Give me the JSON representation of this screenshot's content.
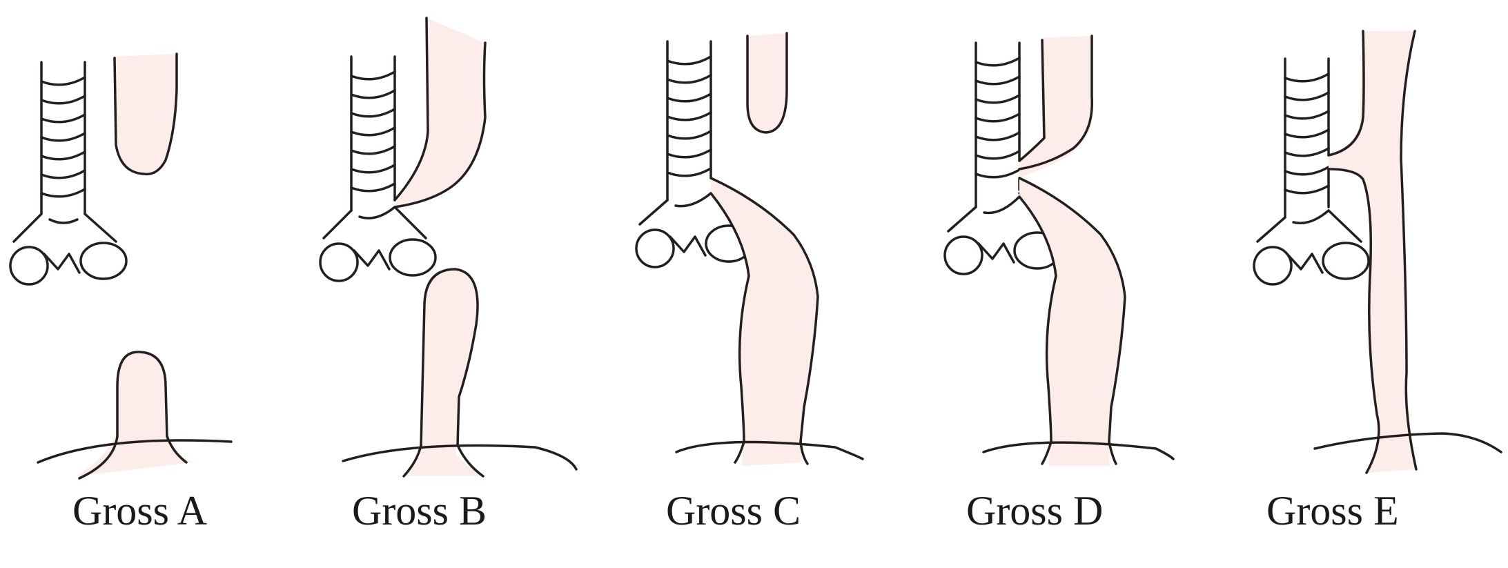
{
  "colors": {
    "esophagus_fill": "#fcecea",
    "outline": "#231f20",
    "background": "#ffffff"
  },
  "panels": [
    {
      "id": "A",
      "label": "Gross A"
    },
    {
      "id": "B",
      "label": "Gross B"
    },
    {
      "id": "C",
      "label": "Gross C"
    },
    {
      "id": "D",
      "label": "Gross D"
    },
    {
      "id": "E",
      "label": "Gross E"
    }
  ]
}
